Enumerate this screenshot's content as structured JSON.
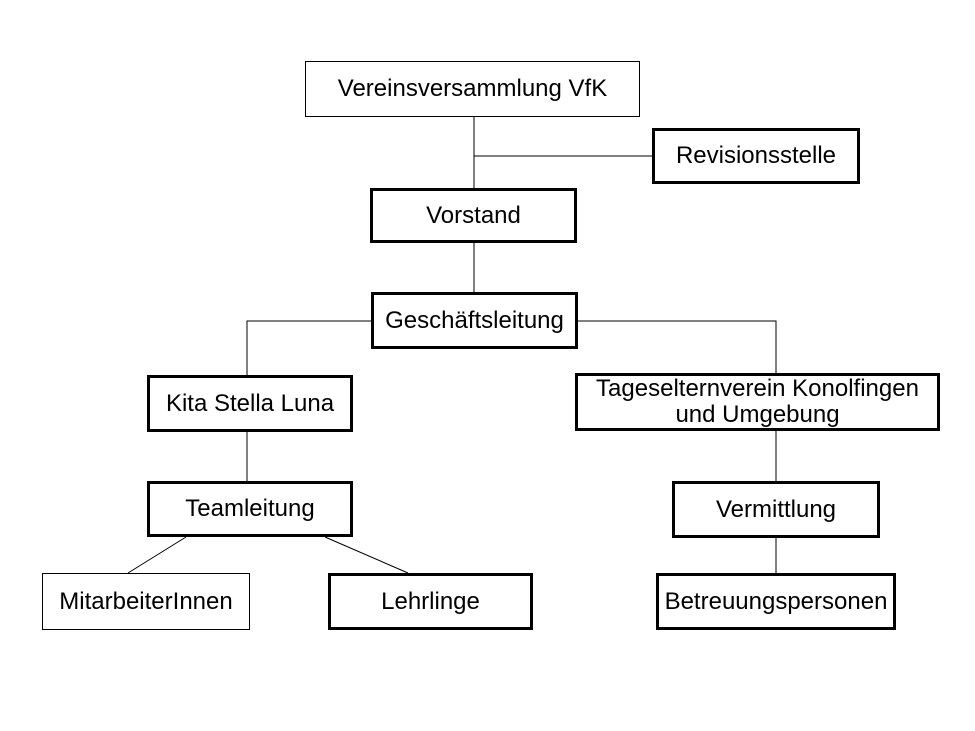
{
  "diagram": {
    "type": "org-chart",
    "colors": {
      "background": "#ffffff",
      "box_border": "#000000",
      "text": "#000000",
      "connector": "#000000"
    },
    "nodes": [
      {
        "id": "vereinsversammlung",
        "label": "Vereinsversammlung VfK",
        "border": "thin"
      },
      {
        "id": "revisionsstelle",
        "label": "Revisionsstelle",
        "border": "thick"
      },
      {
        "id": "vorstand",
        "label": "Vorstand",
        "border": "thick"
      },
      {
        "id": "geschaeftsleitung",
        "label": "Geschäftsleitung",
        "border": "thick"
      },
      {
        "id": "kita-stella-luna",
        "label": "Kita Stella Luna",
        "border": "thick"
      },
      {
        "id": "tageselternverein",
        "label": "Tageselternverein Konolfingen und Umgebung",
        "border": "thick"
      },
      {
        "id": "teamleitung",
        "label": "Teamleitung",
        "border": "thick"
      },
      {
        "id": "vermittlung",
        "label": "Vermittlung",
        "border": "thick"
      },
      {
        "id": "mitarbeiterinnen",
        "label": "MitarbeiterInnen",
        "border": "thin"
      },
      {
        "id": "lehrlinge",
        "label": "Lehrlinge",
        "border": "thick"
      },
      {
        "id": "betreuungspersonen",
        "label": "Betreuungspersonen",
        "border": "thick"
      }
    ],
    "edges": [
      {
        "from": "vereinsversammlung",
        "to": "vorstand"
      },
      {
        "from": "vereinsversammlung",
        "to": "revisionsstelle"
      },
      {
        "from": "vorstand",
        "to": "geschaeftsleitung"
      },
      {
        "from": "geschaeftsleitung",
        "to": "kita-stella-luna"
      },
      {
        "from": "geschaeftsleitung",
        "to": "tageselternverein"
      },
      {
        "from": "kita-stella-luna",
        "to": "teamleitung"
      },
      {
        "from": "teamleitung",
        "to": "mitarbeiterinnen"
      },
      {
        "from": "teamleitung",
        "to": "lehrlinge"
      },
      {
        "from": "tageselternverein",
        "to": "vermittlung"
      },
      {
        "from": "vermittlung",
        "to": "betreuungspersonen"
      }
    ]
  }
}
